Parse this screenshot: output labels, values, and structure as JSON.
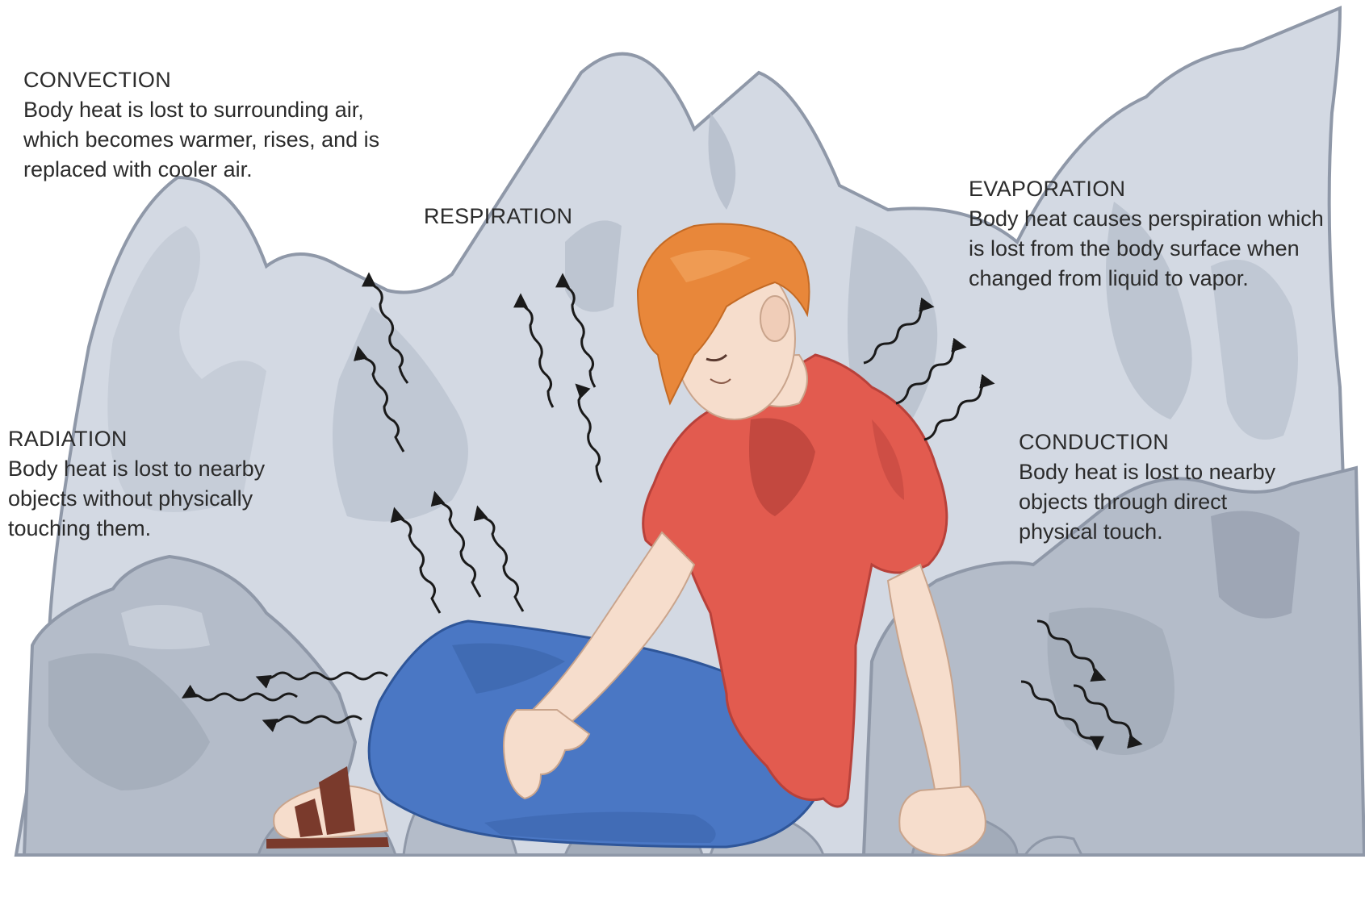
{
  "labels": {
    "convection": {
      "heading": "CONVECTION",
      "lines": [
        "Body heat is lost to surrounding air,",
        "which becomes warmer, rises, and is",
        "replaced with cooler air."
      ]
    },
    "respiration": {
      "heading": "RESPIRATION"
    },
    "evaporation": {
      "heading": "EVAPORATION",
      "lines": [
        "Body heat causes perspiration which",
        "is lost from the body surface when",
        "changed from liquid to vapor."
      ]
    },
    "radiation": {
      "heading": "RADIATION",
      "lines": [
        "Body heat is lost to nearby",
        "objects without physically",
        "touching them."
      ]
    },
    "conduction": {
      "heading": "CONDUCTION",
      "lines": [
        "Body heat is lost to nearby",
        "objects through direct",
        "physical touch."
      ]
    }
  },
  "colors": {
    "rock_light": "#d3d9e3",
    "rock_mid": "#b4bcc9",
    "rock_dark": "#8f98a8",
    "shirt": "#e25b4f",
    "shirt_shadow": "#b8413a",
    "pants": "#4a77c4",
    "hair": "#e8873a",
    "skin": "#f6ddcc",
    "sandal": "#7a3a2c",
    "arrow": "#1a1a1a"
  }
}
